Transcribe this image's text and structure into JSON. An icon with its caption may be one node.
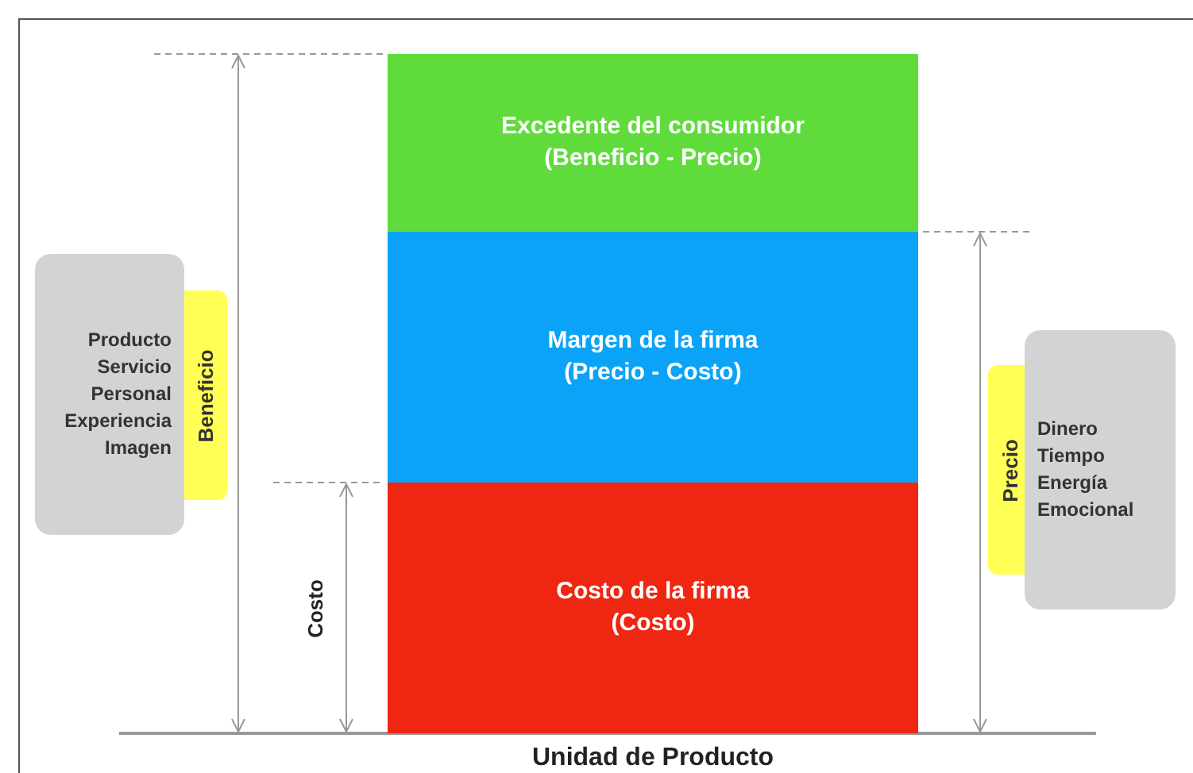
{
  "diagram": {
    "nodes": [
      {
        "text": [
          "Excedente del consumidor",
          "(Beneficio - Precio)"
        ]
      },
      {
        "text": [
          "Margen de la firma",
          "(Precio - Costo)"
        ]
      },
      {
        "text": [
          "Costo de la firma",
          "(Costo)"
        ]
      },
      {
        "text": [
          "Producto",
          "Servicio",
          "Personal",
          "Experiencia",
          "Imagen"
        ]
      },
      {
        "text": [
          "Beneficio"
        ]
      },
      {
        "text": [
          "Dinero",
          "Tiempo",
          "Energía",
          "Emocional"
        ]
      },
      {
        "text": [
          "Precio"
        ]
      }
    ],
    "edges": [],
    "labels": [
      "Costo",
      "Unidad de Producto"
    ]
  }
}
